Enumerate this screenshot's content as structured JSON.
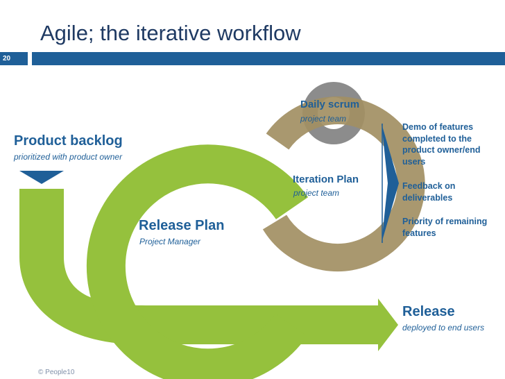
{
  "slide": {
    "title": "Agile; the iterative workflow",
    "number": "20",
    "footer": "© People10"
  },
  "labels": {
    "product_backlog": {
      "title": "Product backlog",
      "sub": "prioritized with product owner"
    },
    "release_plan": {
      "title": "Release Plan",
      "sub": "Project Manager"
    },
    "iteration_plan": {
      "title": "Iteration Plan",
      "sub": "project team"
    },
    "daily_scrum": {
      "title": "Daily scrum",
      "sub": "project team"
    },
    "release": {
      "title": "Release",
      "sub": "deployed to end users"
    }
  },
  "outcomes": [
    "Demo of features completed to the product owner/end users",
    "Feedback on deliverables",
    "Priority of remaining features"
  ],
  "colors": {
    "green": "#95c13d",
    "tan": "#a28f63",
    "gray": "#8c8c8c",
    "blue": "#1f5f98"
  }
}
